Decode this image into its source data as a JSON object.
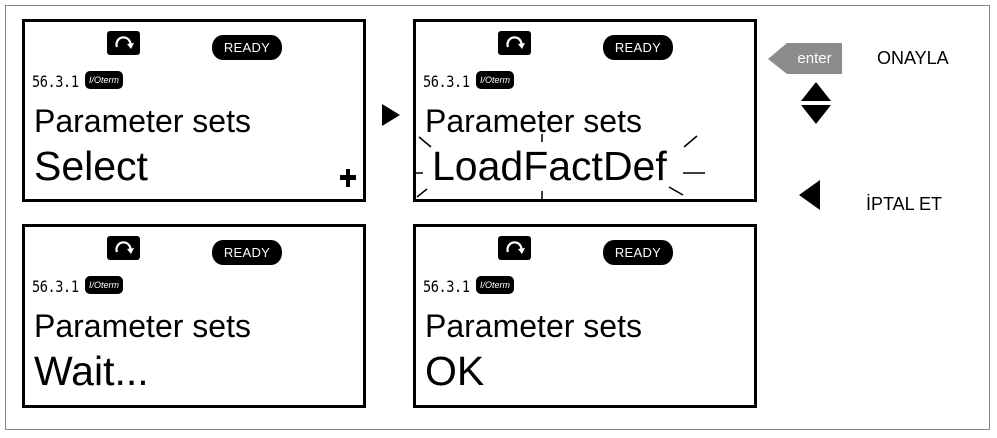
{
  "panels": [
    {
      "status": "READY",
      "code": "56.3.1",
      "io_badge": "I/Oterm",
      "line1": "Parameter sets",
      "line2": "Select"
    },
    {
      "status": "READY",
      "code": "56.3.1",
      "io_badge": "I/Oterm",
      "line1": "Parameter sets",
      "line2": "LoadFactDef"
    },
    {
      "status": "READY",
      "code": "56.3.1",
      "io_badge": "I/Oterm",
      "line1": "Parameter sets",
      "line2": "Wait..."
    },
    {
      "status": "READY",
      "code": "56.3.1",
      "io_badge": "I/Oterm",
      "line1": "Parameter sets",
      "line2": "OK"
    }
  ],
  "legend": {
    "enter_key": "enter",
    "confirm_label": "ONAYLA",
    "cancel_label": "İPTAL ET"
  },
  "icons": {
    "rotation": "rotation-icon",
    "plus": "plus-icon",
    "enter": "enter-key-icon",
    "updown": "up-down-arrows-icon",
    "back": "left-arrow-icon",
    "pointer": "right-arrow-icon"
  },
  "colors": {
    "enter_key": "#8c8c8c",
    "panel_border": "#000000",
    "frame_border": "#8a8a8a"
  }
}
